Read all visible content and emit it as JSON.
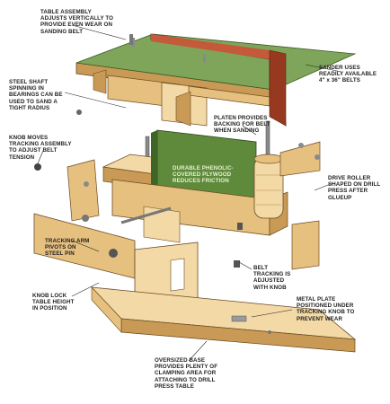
{
  "labels": {
    "table_assembly": "TABLE ASSEMBLY\nADJUSTS VERTICALLY TO\nPROVIDE EVEN WEAR ON\nSANDING BELT",
    "sander_uses": "SANDER USES\nREADILY AVAILABLE\n4\" x 36\" BELTS",
    "steel_shaft": "STEEL SHAFT\nSPINNING IN\nBEARINGS CAN BE\nUSED TO SAND A\nTIGHT RADIUS",
    "platen": "PLATEN PROVIDES\nBACKING FOR BELT\nWHEN SANDING",
    "knob_moves": "KNOB MOVES\nTRACKING ASSEMBLY\nTO ADJUST BELT\nTENSION",
    "durable_phenolic": "DURABLE PHENOLIC-\nCOVERED PLYWOOD\nREDUCES FRICTION",
    "drive_roller": "DRIVE ROLLER\nSHAPED ON DRILL\nPRESS AFTER\nGLUEUP",
    "tracking_arm": "TRACKING ARM\nPIVOTS ON\nSTEEL PIN",
    "belt_tracking": "BELT\nTRACKING IS\nADJUSTED\nWITH KNOB",
    "knob_lock": "KNOB LOCK\nTABLE HEIGHT\nIN POSITION",
    "metal_plate": "METAL PLATE\nPOSITIONED UNDER\nTRACKING KNOB TO\nPREVENT WEAR",
    "oversized_base": "OVERSIZED BASE\nPROVIDES PLENTY OF\nCLAMPING AREA FOR\nATTACHING TO DRILL\nPRESS TABLE"
  },
  "colors": {
    "wood_light": "#f3d9a6",
    "wood_mid": "#e6c07f",
    "wood_dark": "#c99a55",
    "green_top": "#7ea55a",
    "green_panel": "#5f8a3c",
    "belt": "#b04a30",
    "metal": "#8a8a8a"
  }
}
